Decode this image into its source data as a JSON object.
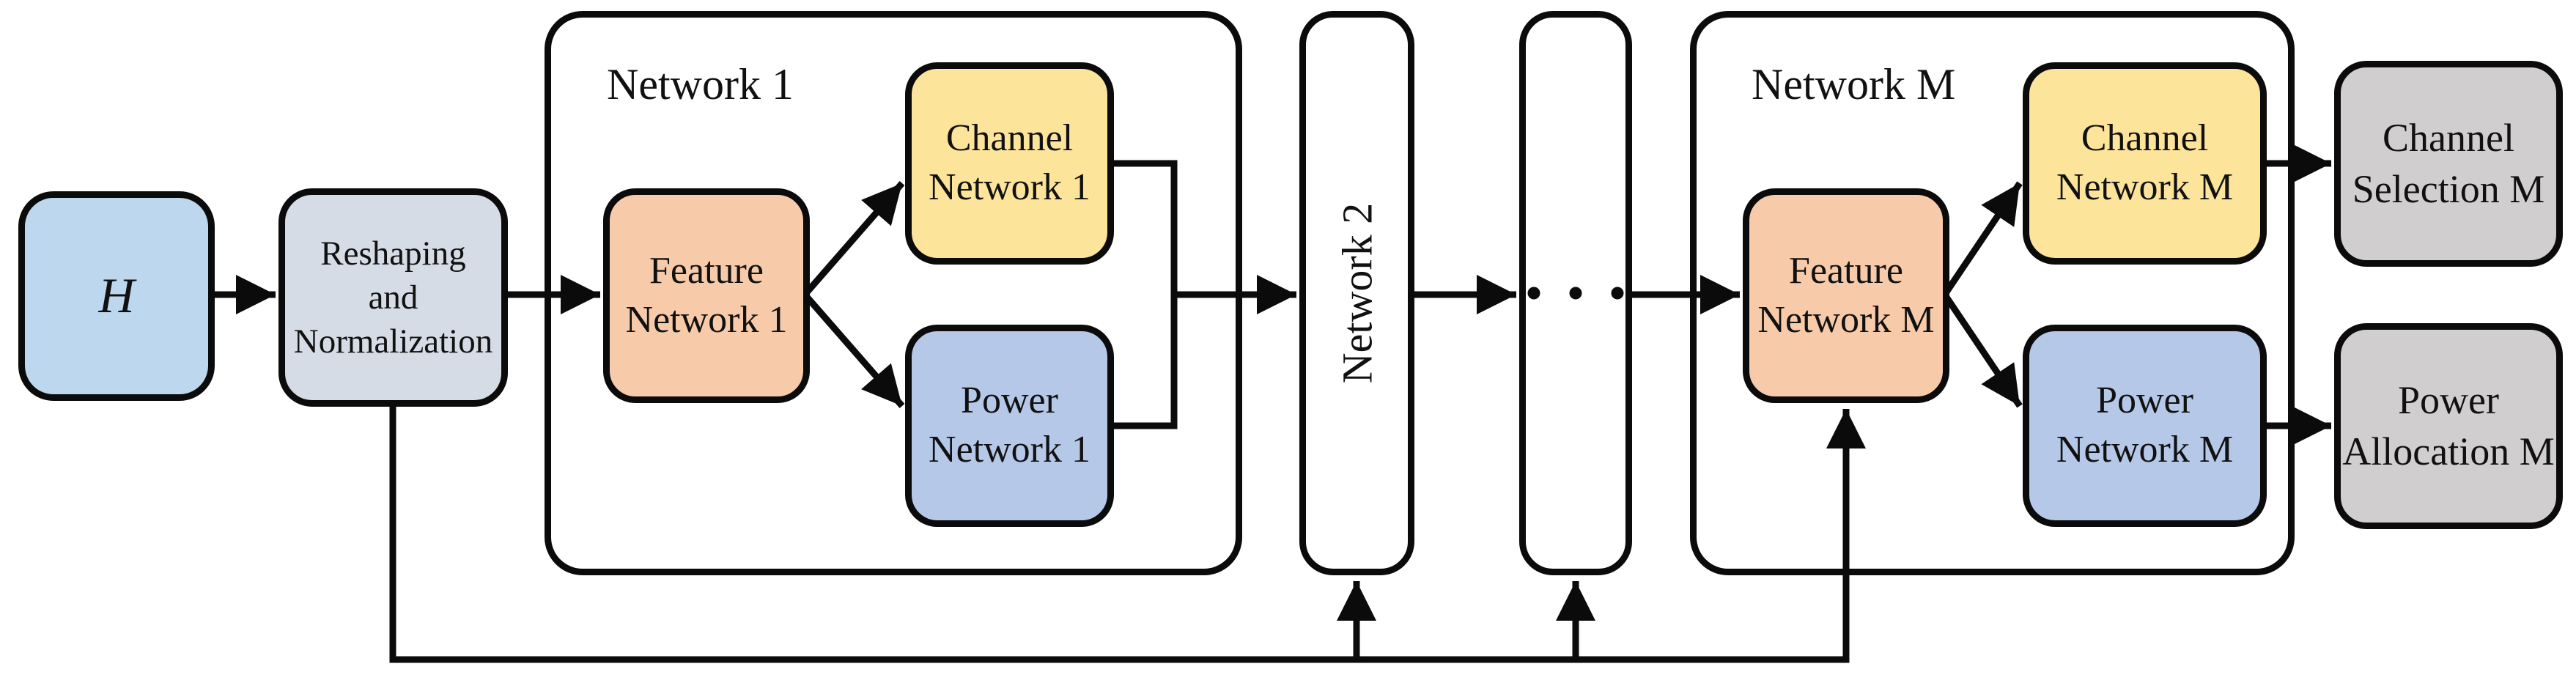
{
  "colors": {
    "input_fill": "#BDD7EE",
    "preprocess_fill": "#D6DCE5",
    "feature_fill": "#F7CBA9",
    "channel_fill": "#FCE49B",
    "power_fill": "#B6C8E8",
    "output_fill": "#D0CECE",
    "container_fill": "#FFFFFF",
    "line_color": "#000000"
  },
  "nodes": {
    "input": {
      "label": "H"
    },
    "preprocess": {
      "label": "Reshaping\nand\nNormalization"
    },
    "network1": {
      "title": "Network 1",
      "feature": "Feature\nNetwork 1",
      "channel": "Channel\nNetwork 1",
      "power": "Power\nNetwork 1"
    },
    "network2": {
      "title": "Network 2"
    },
    "gap": {
      "icon": "ellipsis-icon"
    },
    "networkM": {
      "title": "Network M",
      "feature": "Feature\nNetwork M",
      "channel": "Channel\nNetwork M",
      "power": "Power\nNetwork M"
    },
    "outputs": {
      "channel_selection": "Channel\nSelection M",
      "power_allocation": "Power\nAllocation M"
    }
  }
}
